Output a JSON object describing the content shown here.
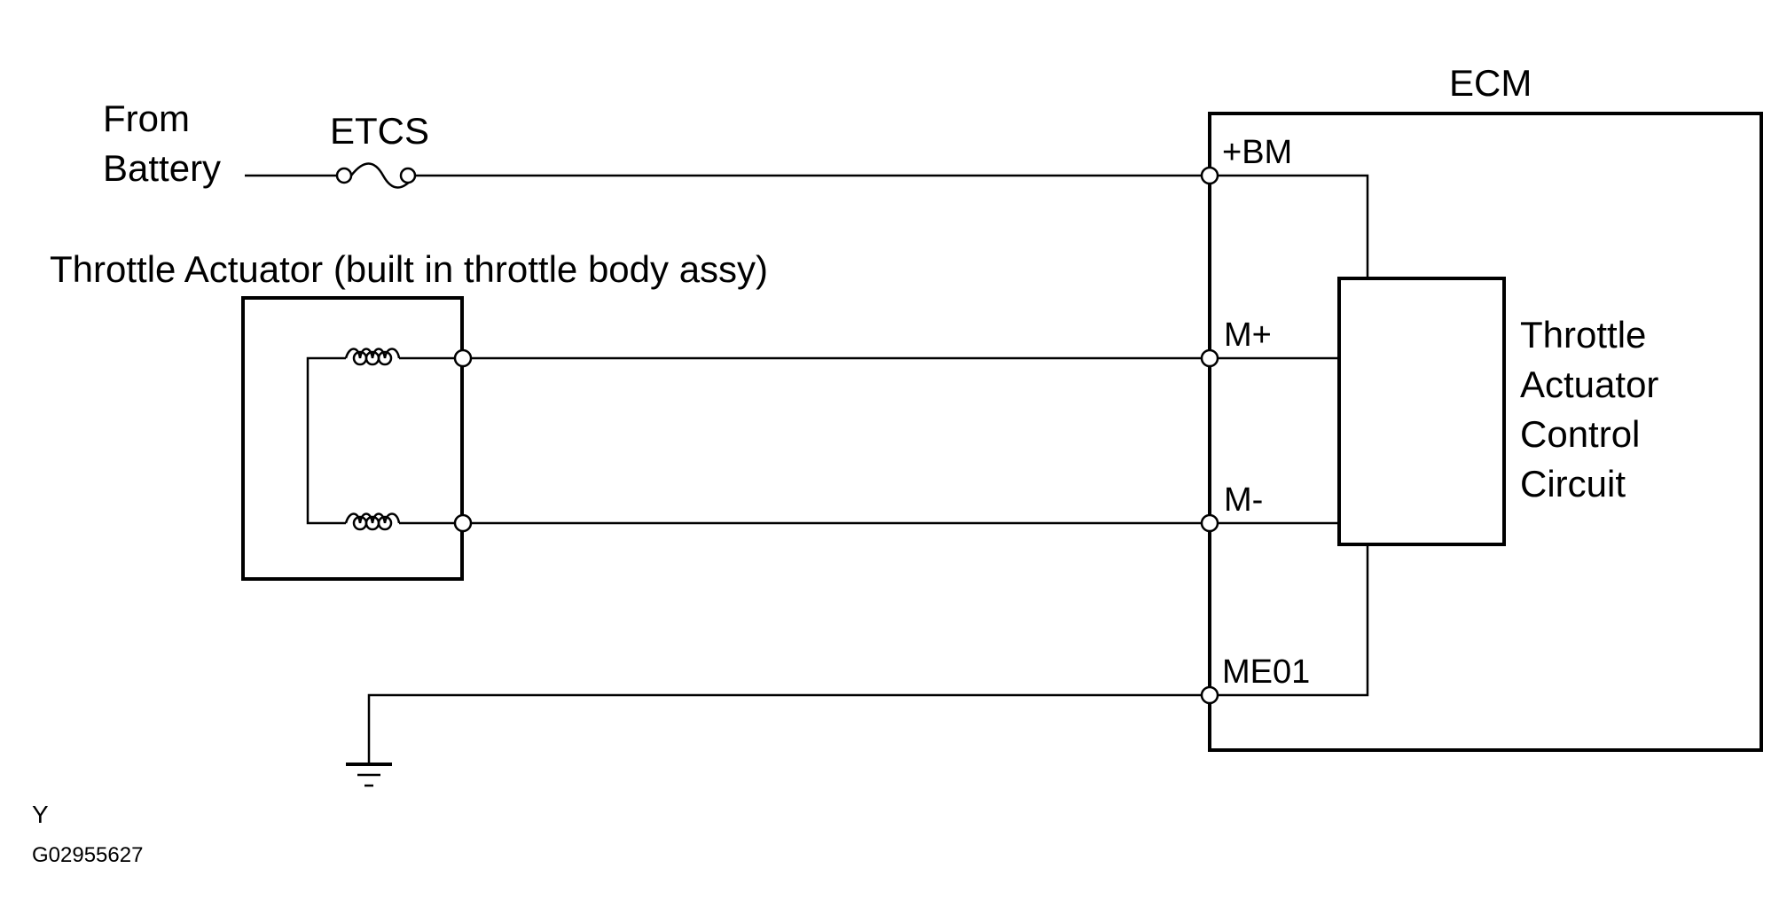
{
  "source": {
    "line1": "From",
    "line2": "Battery"
  },
  "fuse": {
    "label": "ETCS"
  },
  "actuator": {
    "title": "Throttle Actuator (built in throttle body assy)"
  },
  "ecm": {
    "title": "ECM",
    "pins": {
      "bm": "+BM",
      "m_plus": "M+",
      "m_minus": "M-",
      "me01": "ME01"
    },
    "circuit": {
      "line1": "Throttle",
      "line2": "Actuator",
      "line3": "Control",
      "line4": "Circuit"
    }
  },
  "footer": {
    "code_letter": "Y",
    "figure_id": "G02955627"
  }
}
